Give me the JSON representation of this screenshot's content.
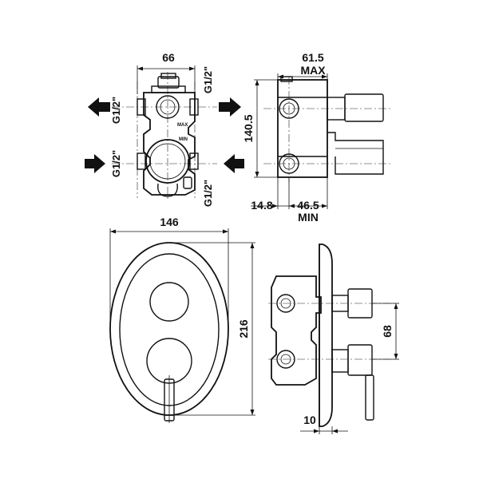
{
  "dimensions": {
    "top_width": "66",
    "thread_top_right": "G1/2\"",
    "thread_top_left": "G1/2\"",
    "thread_bottom_left": "G1/2\"",
    "thread_bottom_right": "G1/2\"",
    "side_depth_max": "61.5",
    "max_label": "MAX",
    "side_height": "140.5",
    "side_offset": "14.8",
    "side_depth_min": "46.5",
    "min_label": "MIN",
    "plate_width": "146",
    "plate_height": "216",
    "handle_spacing": "68",
    "plate_thickness": "10"
  },
  "body_markings": {
    "max_mark": "MAX",
    "min_mark": "MIN"
  }
}
